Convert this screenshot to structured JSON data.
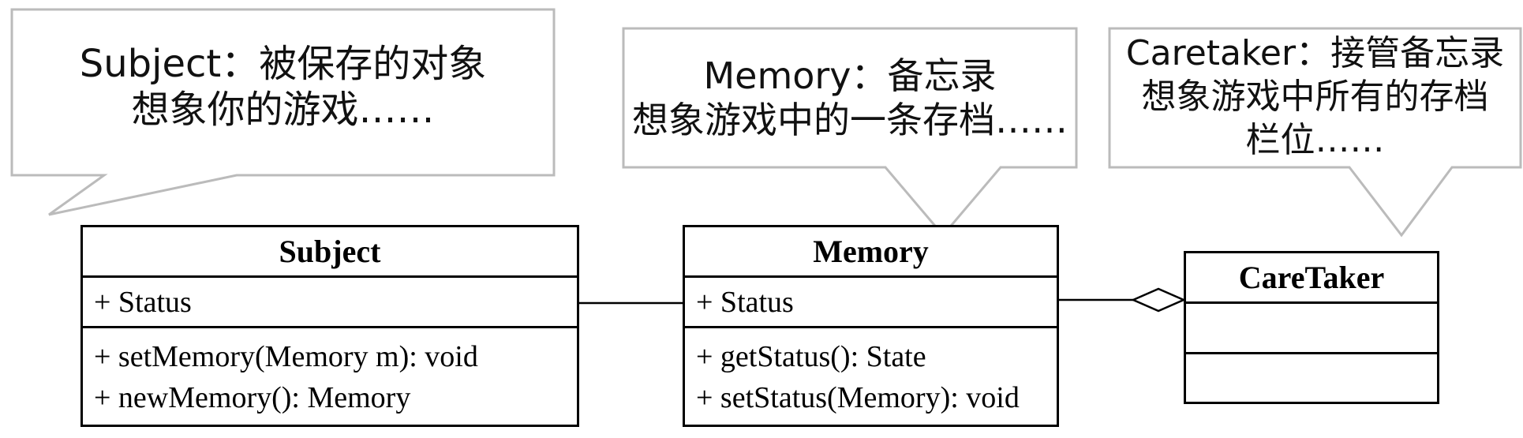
{
  "callouts": {
    "subject": {
      "line1": "Subject：被保存的对象",
      "line2": "想象你的游戏……"
    },
    "memory": {
      "line1": "Memory：备忘录",
      "line2": "想象游戏中的一条存档……"
    },
    "caretaker": {
      "line1": "Caretaker：接管备忘录",
      "line2": "想象游戏中所有的存档",
      "line3": "栏位……"
    }
  },
  "classes": {
    "subject": {
      "name": "Subject",
      "attributes": [
        "+ Status"
      ],
      "operations": [
        "+ setMemory(Memory m): void",
        "+ newMemory(): Memory"
      ]
    },
    "memory": {
      "name": "Memory",
      "attributes": [
        "+ Status"
      ],
      "operations": [
        "+ getStatus(): State",
        "+ setStatus(Memory): void"
      ]
    },
    "caretaker": {
      "name": "CareTaker"
    }
  },
  "relations": [
    {
      "from": "Subject",
      "to": "Memory",
      "type": "association"
    },
    {
      "from": "Memory",
      "to": "CareTaker",
      "type": "aggregation"
    }
  ]
}
